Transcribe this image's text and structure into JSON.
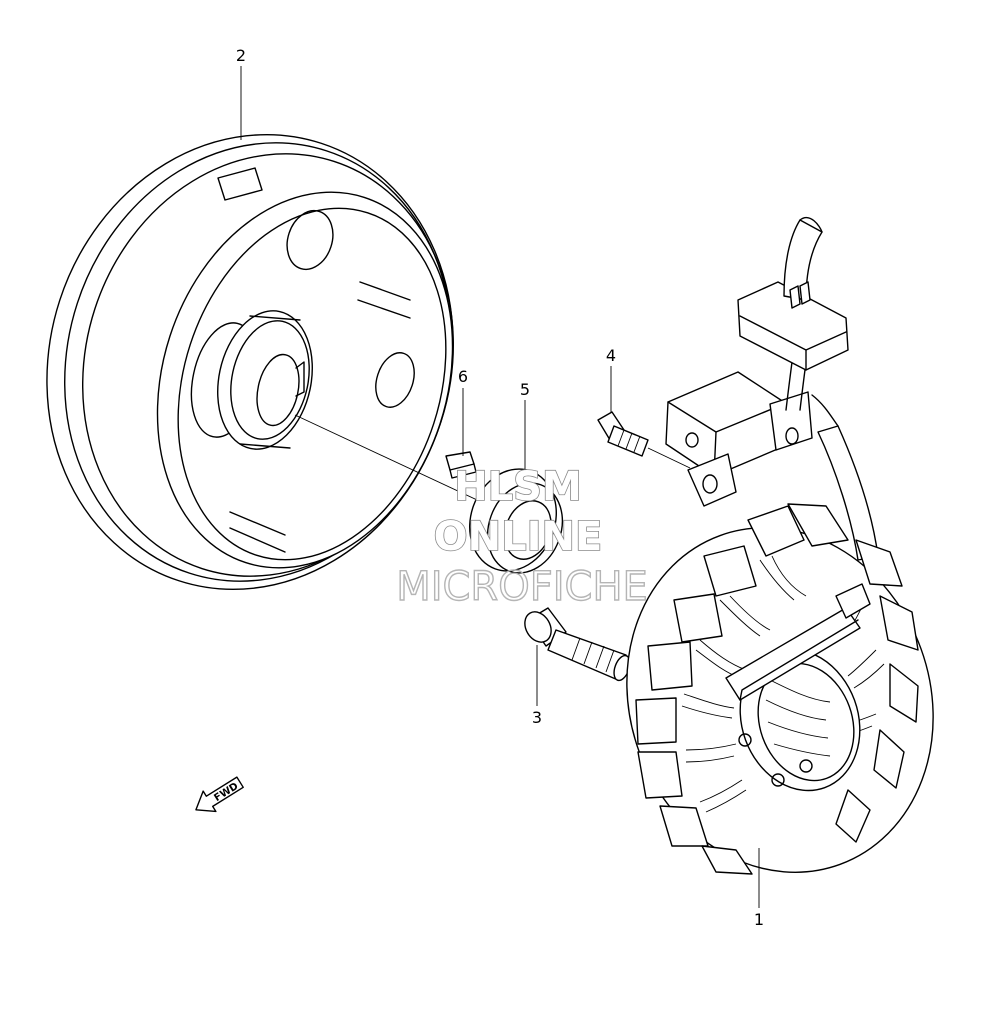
{
  "callouts": {
    "part1": "1",
    "part2": "2",
    "part3": "3",
    "part4": "4",
    "part5": "5",
    "part6": "6"
  },
  "direction_arrow": {
    "label": "FWD"
  },
  "watermark": {
    "line1": "HLSM",
    "line2": "ONLINE",
    "line3": "MICROFICHE"
  }
}
